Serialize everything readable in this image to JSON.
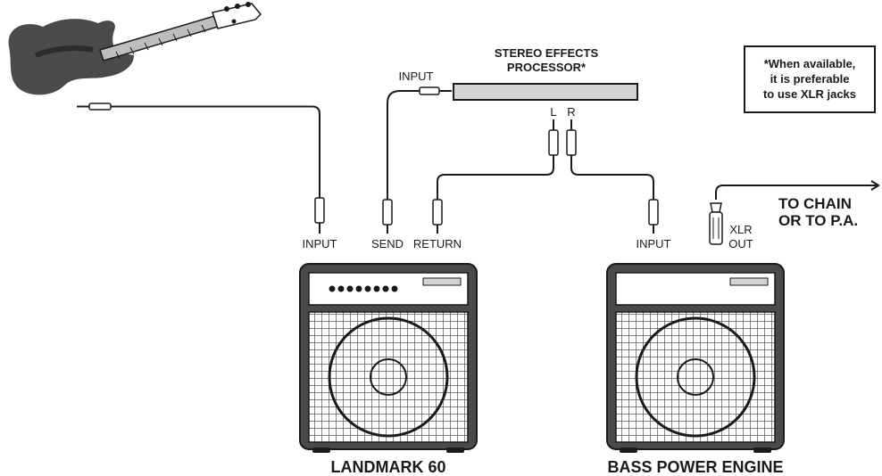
{
  "effects_processor": {
    "title_line1": "STEREO EFFECTS",
    "title_line2": "PROCESSOR*",
    "input_label": "INPUT",
    "left_label": "L",
    "right_label": "R"
  },
  "note": {
    "line1": "*When available,",
    "line2": "it is preferable",
    "line3": "to use XLR jacks"
  },
  "amp_left": {
    "name": "LANDMARK 60",
    "jacks": {
      "input": "INPUT",
      "send": "SEND",
      "return": "RETURN"
    }
  },
  "amp_right": {
    "name": "BASS POWER ENGINE",
    "jacks": {
      "input": "INPUT",
      "xlr_line1": "XLR",
      "xlr_line2": "OUT"
    }
  },
  "destination": {
    "line1": "TO CHAIN",
    "line2": "OR TO P.A."
  },
  "colors": {
    "ink": "#1a1a1a",
    "panel": "#d4d4d4",
    "paper": "#ffffff"
  }
}
